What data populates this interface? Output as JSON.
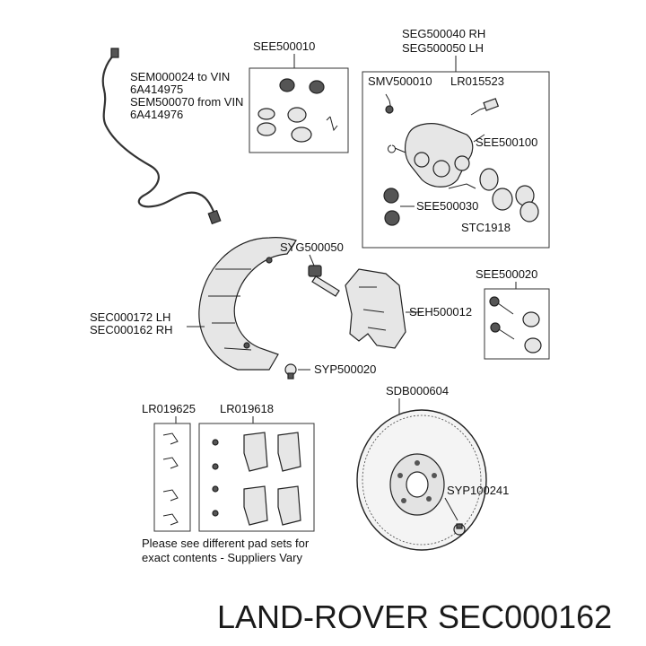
{
  "labels": {
    "see500010": "SEE500010",
    "seg_rh": "SEG500040 RH",
    "seg_lh": "SEG500050 LH",
    "sem1": "SEM000024 to VIN",
    "sem1b": "6A414975",
    "sem2": "SEM500070 from VIN",
    "sem2b": "6A414976",
    "smv": "SMV500010",
    "lr015523": "LR015523",
    "see500100": "SEE500100",
    "see500030": "SEE500030",
    "stc1918": "STC1918",
    "syg500050": "SYG500050",
    "see500020": "SEE500020",
    "sec_lh": "SEC000172 LH",
    "sec_rh": "SEC000162 RH",
    "seh500012": "SEH500012",
    "syp500020": "SYP500020",
    "sdb000604": "SDB000604",
    "lr019625": "LR019625",
    "lr019618": "LR019618",
    "syp100241": "SYP100241",
    "note1": "Please see different pad sets for",
    "note2": "exact contents - Suppliers Vary"
  },
  "footer": {
    "brand": "LAND-ROVER SEC000162"
  }
}
